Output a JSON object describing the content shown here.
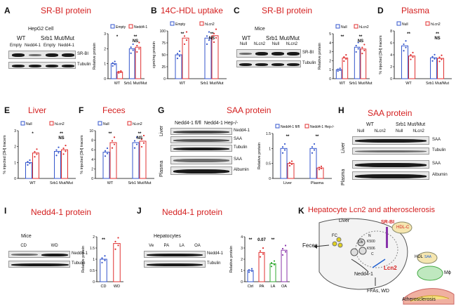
{
  "colors": {
    "title_red": "#d42020",
    "null_blue": "#3355cc",
    "treat_red": "#e03030",
    "green": "#33aa33",
    "purple": "#8833aa"
  },
  "A": {
    "letter": "A",
    "title": "SR-BI protein",
    "cell": "HepG2 Cell",
    "groups": [
      "WT",
      "Srb1 Mut/Mut"
    ],
    "lanes": [
      "Empty",
      "Nedd4-1",
      "Empty",
      "Nedd4-1"
    ],
    "bands": [
      "SR-BI",
      "Tubulin"
    ],
    "legend": [
      "Empty",
      "Nedd4-1"
    ],
    "ylabel": "Relative protein",
    "xcats": [
      "WT",
      "Srb1 Mut/Mut"
    ],
    "sig": [
      "*",
      "**",
      "NS"
    ]
  },
  "B": {
    "letter": "B",
    "title": "14C-HDL uptake",
    "legend": [
      "Empty",
      "hLcn2"
    ],
    "ylabel": "cpm/mg protein",
    "xcats": [
      "WT",
      "Srb1 Mut/Mut"
    ],
    "sig": [
      "**",
      "**",
      "NS"
    ]
  },
  "C": {
    "letter": "C",
    "title": "SR-BI protein",
    "mice": "Mice",
    "groups": [
      "WT",
      "Srb1 Mut/Mut"
    ],
    "lanes": [
      "Null",
      "hLcn2",
      "Null",
      "hLcn2"
    ],
    "bands": [
      "SR-BI",
      "Tubulin"
    ],
    "legend": [
      "Null",
      "hLcn2"
    ],
    "ylabel": "Relative protein",
    "xcats": [
      "WT",
      "Srb1 Mut/Mut"
    ],
    "sig": [
      "**",
      "**",
      "NS"
    ]
  },
  "D": {
    "letter": "D",
    "title": "Plasma",
    "legend": [
      "Null",
      "hLcn2"
    ],
    "ylabel": "% injected [3H] tracers",
    "xcats": [
      "WT",
      "Srb1 Mut/Mut"
    ],
    "sig": [
      "**",
      "**",
      "NS"
    ]
  },
  "E": {
    "letter": "E",
    "title": "Liver",
    "legend": [
      "Null",
      "hLcn2"
    ],
    "ylabel": "% injected [3H] tracers",
    "xcats": [
      "WT",
      "Srb1 Mut/Mut"
    ],
    "sig": [
      "*",
      "**",
      "NS"
    ]
  },
  "F": {
    "letter": "F",
    "title": "Feces",
    "legend": [
      "Null",
      "hLcn2"
    ],
    "ylabel": "% injected [3H] tracers",
    "xcats": [
      "WT",
      "Srb1 Mut/Mut"
    ],
    "sig": [
      "**",
      "**",
      "NS"
    ]
  },
  "G": {
    "letter": "G",
    "title": "SAA protein",
    "groups": [
      "Nedd4-1 fl/fl",
      "Nedd4-1 Hep-/-"
    ],
    "tissues": [
      "Liver",
      "Plasma"
    ],
    "bands": [
      "Nedd4-1",
      "SAA",
      "Tubulin",
      "SAA",
      "Albumin"
    ],
    "legend": [
      "Nedd4-1 fl/fl",
      "Nedd4-1 Hep-/-"
    ],
    "ylabel": "Relative protein",
    "xcats": [
      "Liver",
      "Plasma"
    ],
    "sig": [
      "**",
      "**"
    ]
  },
  "H": {
    "letter": "H",
    "title": "SAA protein",
    "groups": [
      "WT",
      "Srb1 Mut/Mut"
    ],
    "lanes": [
      "Null",
      "hLcn2",
      "Null",
      "hLcn2"
    ],
    "tissues": [
      "Liver",
      "Plasma"
    ],
    "bands": [
      "SAA",
      "Tubulin",
      "SAA",
      "Albumin"
    ]
  },
  "I": {
    "letter": "I",
    "title": "Nedd4-1 protein",
    "mice": "Mice",
    "lanes": [
      "CD",
      "WD"
    ],
    "bands": [
      "Nedd4-1",
      "Tubulin"
    ],
    "ylabel": "Relative protein",
    "xcats": [
      "CD",
      "WD"
    ],
    "sig": [
      "**"
    ]
  },
  "J": {
    "letter": "J",
    "title": "Nedd4-1 protein",
    "cells": "Hepatocytes",
    "lanes": [
      "Ve",
      "PA",
      "LA",
      "OA"
    ],
    "bands": [
      "Nedd4-1",
      "Tubulin"
    ],
    "ylabel": "Relative protein",
    "xcats": [
      "Ctrl",
      "PA",
      "LA",
      "OA"
    ],
    "sig": [
      "**",
      "0.07",
      "**"
    ]
  },
  "K": {
    "letter": "K",
    "title": "Hepatocyte Lcn2 and atherosclerosis",
    "labels": {
      "liver": "Liver",
      "srbi": "SR-BI",
      "hdlc": "HDL-C",
      "feces": "Feces",
      "fc": "FC",
      "lcn2": "Lcn2",
      "nedd4": "Nedd4-1",
      "ffa": "FFAs, WD",
      "hdl": "HDL",
      "saa": "SAA",
      "mphi": "Mϕ",
      "athero": "Atherosclerosis",
      "n": "N",
      "c": "C",
      "k500": "K500",
      "k506": "K506",
      "ub": "Ub"
    }
  },
  "chart_data": [
    {
      "panel": "A",
      "type": "bar",
      "categories": [
        "WT",
        "Srb1 Mut/Mut"
      ],
      "series": [
        {
          "name": "Empty",
          "values": [
            1.0,
            2.0
          ]
        },
        {
          "name": "Nedd4-1",
          "values": [
            0.45,
            2.1
          ]
        }
      ],
      "ylabel": "Relative protein",
      "ylim": [
        0,
        3
      ],
      "yticks": [
        0,
        1,
        2,
        3
      ]
    },
    {
      "panel": "B",
      "type": "bar",
      "categories": [
        "WT",
        "Srb1 Mut/Mut"
      ],
      "series": [
        {
          "name": "Empty",
          "values": [
            50,
            85
          ]
        },
        {
          "name": "hLcn2",
          "values": [
            85,
            90
          ]
        }
      ],
      "ylabel": "cpm/mg protein",
      "ylim": [
        0,
        100
      ],
      "yticks": [
        0,
        25,
        50,
        75,
        100
      ]
    },
    {
      "panel": "C",
      "type": "bar",
      "categories": [
        "WT",
        "Srb1 Mut/Mut"
      ],
      "series": [
        {
          "name": "Null",
          "values": [
            1.0,
            3.5
          ]
        },
        {
          "name": "hLcn2",
          "values": [
            2.3,
            3.3
          ]
        }
      ],
      "ylabel": "Relative protein",
      "ylim": [
        0,
        5
      ],
      "yticks": [
        0,
        1,
        2,
        3,
        4,
        5
      ]
    },
    {
      "panel": "D",
      "type": "bar",
      "categories": [
        "WT",
        "Srb1 Mut/Mut"
      ],
      "series": [
        {
          "name": "Null",
          "values": [
            5.5,
            3.5
          ]
        },
        {
          "name": "hLcn2",
          "values": [
            3.8,
            3.4
          ]
        }
      ],
      "ylabel": "% injected [3H] tracers",
      "ylim": [
        0,
        8
      ],
      "yticks": [
        0,
        2,
        4,
        6,
        8
      ]
    },
    {
      "panel": "E",
      "type": "bar",
      "categories": [
        "WT",
        "Srb1 Mut/Mut"
      ],
      "series": [
        {
          "name": "Null",
          "values": [
            1.0,
            1.7
          ]
        },
        {
          "name": "hLcn2",
          "values": [
            1.6,
            1.8
          ]
        }
      ],
      "ylabel": "% injected [3H] tracers",
      "ylim": [
        0,
        3
      ],
      "yticks": [
        0,
        1,
        2,
        3
      ]
    },
    {
      "panel": "F",
      "type": "bar",
      "categories": [
        "WT",
        "Srb1 Mut/Mut"
      ],
      "series": [
        {
          "name": "Null",
          "values": [
            5.5,
            7.5
          ]
        },
        {
          "name": "hLcn2",
          "values": [
            7.5,
            7.8
          ]
        }
      ],
      "ylabel": "% injected [3H] tracers",
      "ylim": [
        0,
        10
      ],
      "yticks": [
        0,
        2,
        4,
        6,
        8,
        10
      ]
    },
    {
      "panel": "G",
      "type": "bar",
      "categories": [
        "Liver",
        "Plasma"
      ],
      "series": [
        {
          "name": "Nedd4-1 fl/fl",
          "values": [
            1.0,
            1.0
          ]
        },
        {
          "name": "Nedd4-1 Hep-/-",
          "values": [
            0.5,
            0.35
          ]
        }
      ],
      "ylabel": "Relative protein",
      "ylim": [
        0,
        1.5
      ],
      "yticks": [
        0,
        0.5,
        1.0,
        1.5
      ]
    },
    {
      "panel": "I",
      "type": "bar",
      "categories": [
        "CD",
        "WD"
      ],
      "series": [
        {
          "values": [
            1.0,
            1.7
          ]
        }
      ],
      "ylabel": "Relative protein",
      "ylim": [
        0,
        2
      ],
      "yticks": [
        0,
        0.5,
        1.0,
        1.5,
        2.0
      ]
    },
    {
      "panel": "J",
      "type": "bar",
      "categories": [
        "Ctrl",
        "PA",
        "LA",
        "OA"
      ],
      "series": [
        {
          "values": [
            1.0,
            2.6,
            1.6,
            2.8
          ]
        }
      ],
      "ylabel": "Relative protein",
      "ylim": [
        0,
        4
      ],
      "yticks": [
        0,
        1,
        2,
        3,
        4
      ]
    }
  ]
}
